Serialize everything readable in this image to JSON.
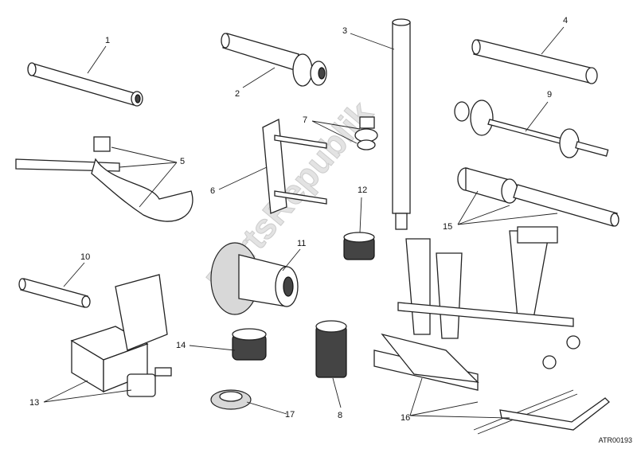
{
  "diagram": {
    "callouts": [
      "1",
      "2",
      "3",
      "4",
      "5",
      "6",
      "7",
      "8",
      "9",
      "10",
      "11",
      "12",
      "13",
      "14",
      "15",
      "16",
      "17"
    ],
    "watermark": "PartsRepublik",
    "drawing_code": "ATR00193"
  }
}
